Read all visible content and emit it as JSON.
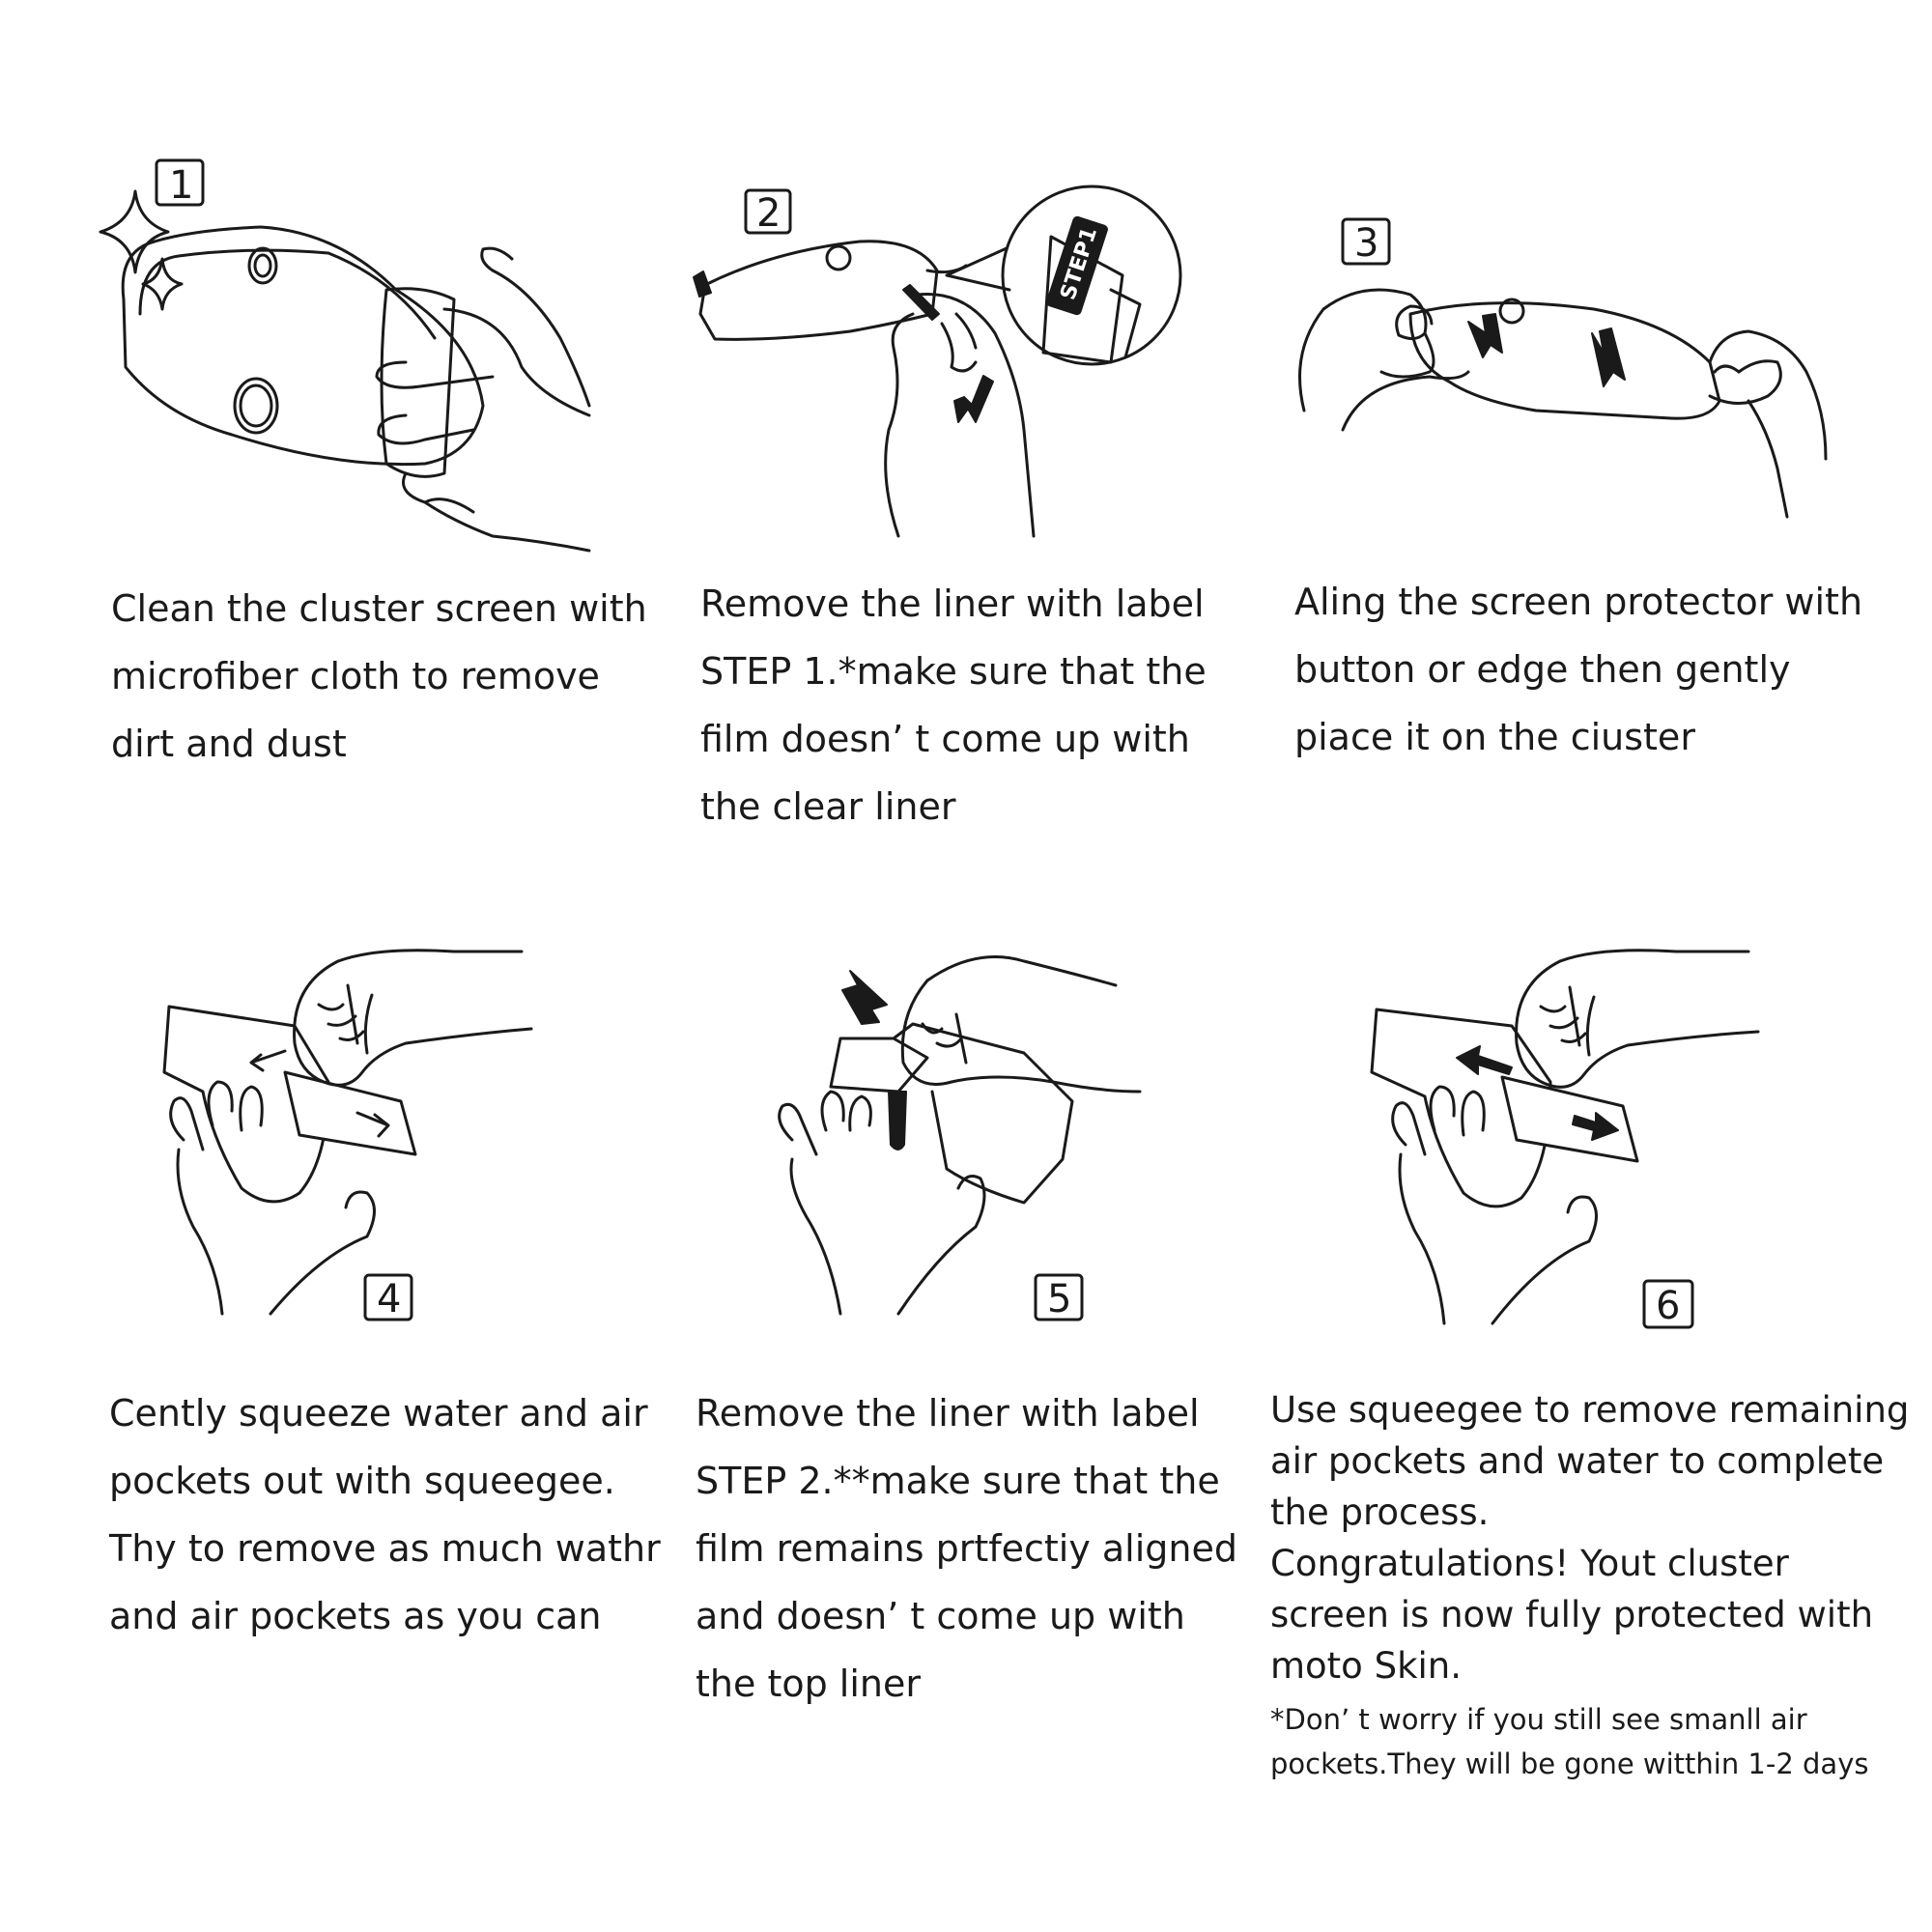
{
  "steps": [
    {
      "number": "1",
      "lines": [
        "Clean the cluster screen with",
        "microfiber cloth to remove",
        "dirt and dust"
      ]
    },
    {
      "number": "2",
      "tag": "STEP1",
      "lines": [
        "Remove the liner with label",
        "STEP 1.*make sure that the",
        "film doesn’ t come up with",
        "the clear liner"
      ]
    },
    {
      "number": "3",
      "lines": [
        "Aling the screen protector with",
        "button or edge then gently",
        "piace it on the ciuster"
      ]
    },
    {
      "number": "4",
      "lines": [
        "Cently squeeze water and air",
        "pockets out with squeegee.",
        "Thy to remove as much wathr",
        "and air pockets as you can"
      ]
    },
    {
      "number": "5",
      "lines": [
        "Remove the liner with label",
        "STEP 2.**make sure that the",
        "film remains prtfectiy aligned",
        "and doesn’ t come up with",
        "the top liner"
      ]
    },
    {
      "number": "6",
      "lines": [
        "Use squeegee to remove remaining",
        "air pockets and water to complete",
        "the process.",
        "Congratulations! Yout cluster",
        "screen is now fully protected with",
        "moto Skin."
      ],
      "note": [
        "*Don’ t worry if you still see smanll air",
        "pockets.They will be gone witthin 1-2 days"
      ]
    }
  ]
}
